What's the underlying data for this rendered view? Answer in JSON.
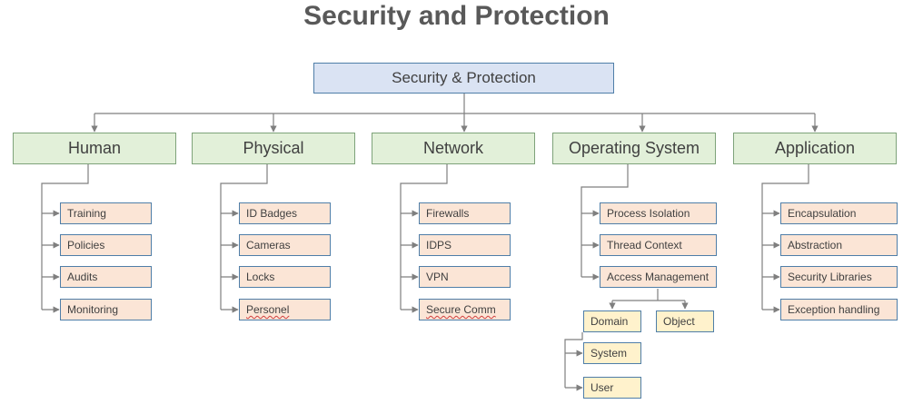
{
  "title": "Security and Protection",
  "root": "Security & Protection",
  "human": {
    "label": "Human",
    "items": [
      "Training",
      "Policies",
      "Audits",
      "Monitoring"
    ]
  },
  "physical": {
    "label": "Physical",
    "items": [
      "ID Badges",
      "Cameras",
      "Locks",
      "Personel"
    ]
  },
  "network": {
    "label": "Network",
    "items": [
      "Firewalls",
      "IDPS",
      "VPN",
      "Secure Comm"
    ]
  },
  "os": {
    "label": "Operating System",
    "items": [
      "Process Isolation",
      "Thread Context",
      "Access Management"
    ],
    "access_children": [
      "Domain",
      "Object"
    ],
    "domain_children": [
      "System",
      "User"
    ]
  },
  "application": {
    "label": "Application",
    "items": [
      "Encapsulation",
      "Abstraction",
      "Security Libraries",
      "Exception handling"
    ]
  },
  "colors": {
    "root_fill": "#dae3f3",
    "category_fill": "#e2f0d9",
    "leaf_fill": "#fbe5d6",
    "sub_fill": "#fff2cc",
    "connector": "#7f7f7f"
  }
}
